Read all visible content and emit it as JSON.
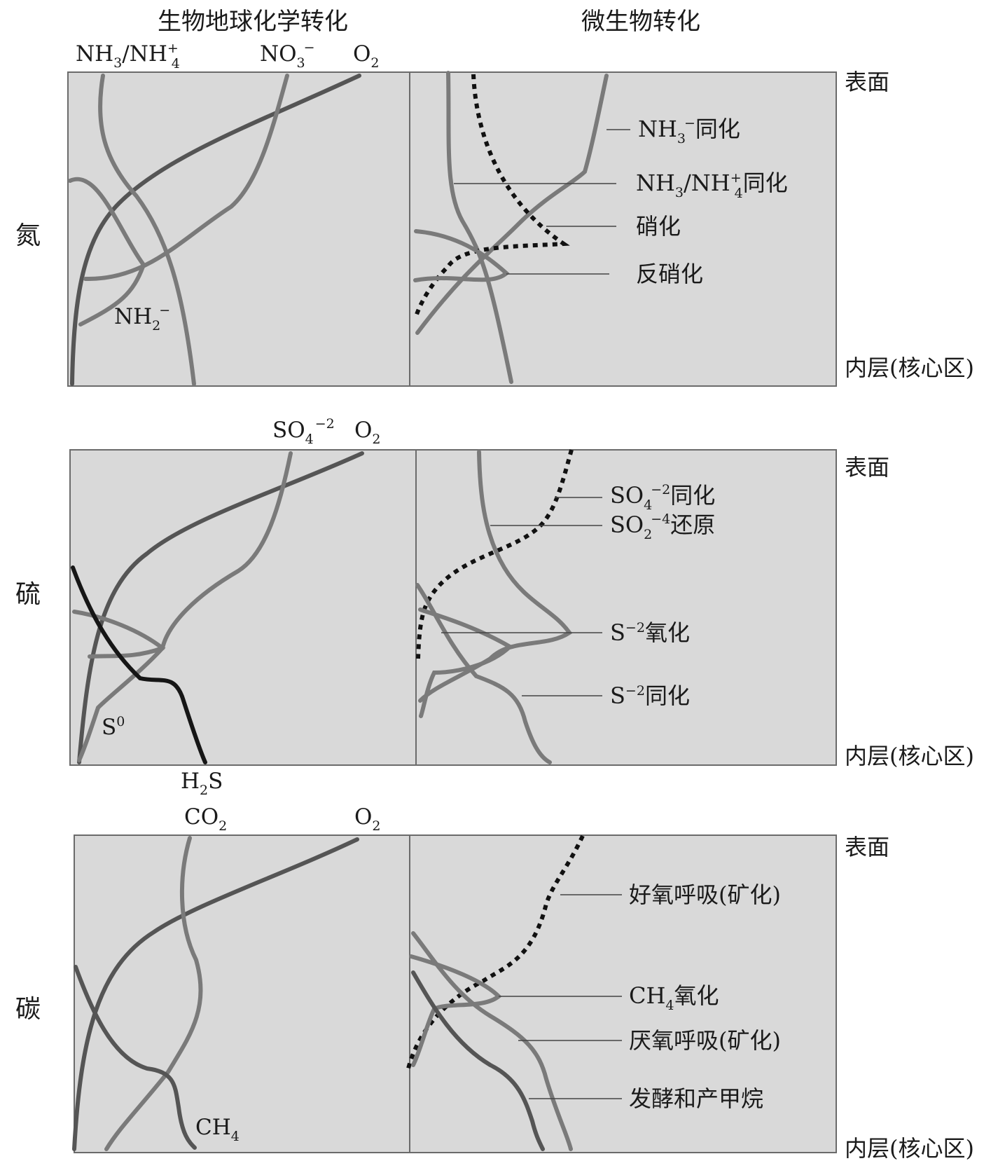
{
  "headers": {
    "left": "生物地球化学转化",
    "right": "微生物转化"
  },
  "rows": [
    {
      "label": "氮",
      "species": {
        "a": "NH",
        "a_sub": "3",
        "a_mid": "/NH",
        "a_sup": "+",
        "a_sub2": "4",
        "b": "NO",
        "b_sub": "3",
        "b_sup": "−",
        "c": "O",
        "c_sub": "2",
        "d": "NH",
        "d_sub": "2",
        "d_sup": "−"
      },
      "processes": [
        {
          "pre": "NH",
          "sub": "3",
          "sup": "−",
          "post": "同化"
        },
        {
          "pre": "NH",
          "sub": "3",
          "mid": "/NH",
          "sup": "+",
          "sub2": "4",
          "post": "同化"
        },
        {
          "pre": "硝化"
        },
        {
          "pre": "反硝化"
        }
      ],
      "surface": "表面",
      "core": "内层(核心区)"
    },
    {
      "label": "硫",
      "species": {
        "a": "SO",
        "a_sub": "4",
        "a_sup": "−2",
        "b": "O",
        "b_sub": "2",
        "c": "S",
        "c_sup": "0",
        "d": "H",
        "d_sub": "2",
        "d_post": "S"
      },
      "processes": [
        {
          "pre": "SO",
          "sub": "4",
          "sup": "−2",
          "post": "同化"
        },
        {
          "pre": "SO",
          "sub": "2",
          "sup": "−4",
          "post": "还原"
        },
        {
          "pre": "S",
          "sup": "−2",
          "post": "氧化"
        },
        {
          "pre": "S",
          "sup": "−2",
          "post": "同化"
        }
      ],
      "surface": "表面",
      "core": "内层(核心区)"
    },
    {
      "label": "碳",
      "species": {
        "a": "CO",
        "a_sub": "2",
        "b": "O",
        "b_sub": "2",
        "c": "CH",
        "c_sub": "4"
      },
      "processes": [
        {
          "pre": "好氧呼吸(矿化)"
        },
        {
          "pre": "CH",
          "sub": "4",
          "post": "氧化"
        },
        {
          "pre": "厌氧呼吸(矿化)"
        },
        {
          "pre": "发酵和产甲烷"
        }
      ],
      "surface": "表面",
      "core": "内层(核心区)"
    }
  ]
}
